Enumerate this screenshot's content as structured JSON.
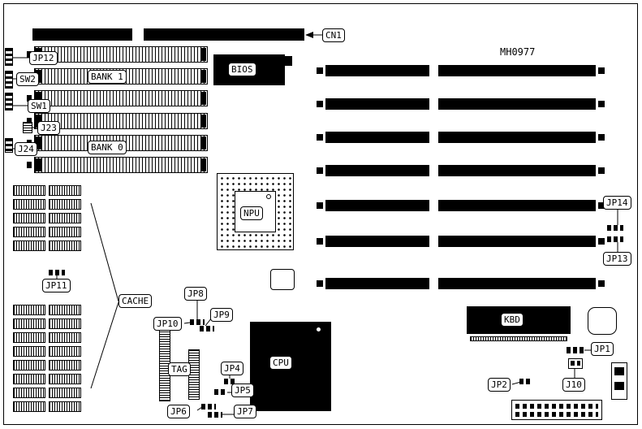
{
  "part_number": "MH0977",
  "labels": {
    "cn1": "CN1",
    "jp12": "JP12",
    "sw2": "SW2",
    "sw1": "SW1",
    "j23": "J23",
    "j24": "J24",
    "bank1": "BANK 1",
    "bank0": "BANK 0",
    "bios": "BIOS",
    "npu": "NPU",
    "jp11": "JP11",
    "cache": "CACHE",
    "jp8": "JP8",
    "jp9": "JP9",
    "jp10": "JP10",
    "tag": "TAG",
    "cpu": "CPU",
    "jp4": "JP4",
    "jp5": "JP5",
    "jp6": "JP6",
    "jp7": "JP7",
    "kbd": "KBD",
    "jp14": "JP14",
    "jp13": "JP13",
    "jp1": "JP1",
    "jp2": "JP2",
    "j10": "J10"
  },
  "colors": {
    "ink": "#000000",
    "paper": "#ffffff"
  }
}
